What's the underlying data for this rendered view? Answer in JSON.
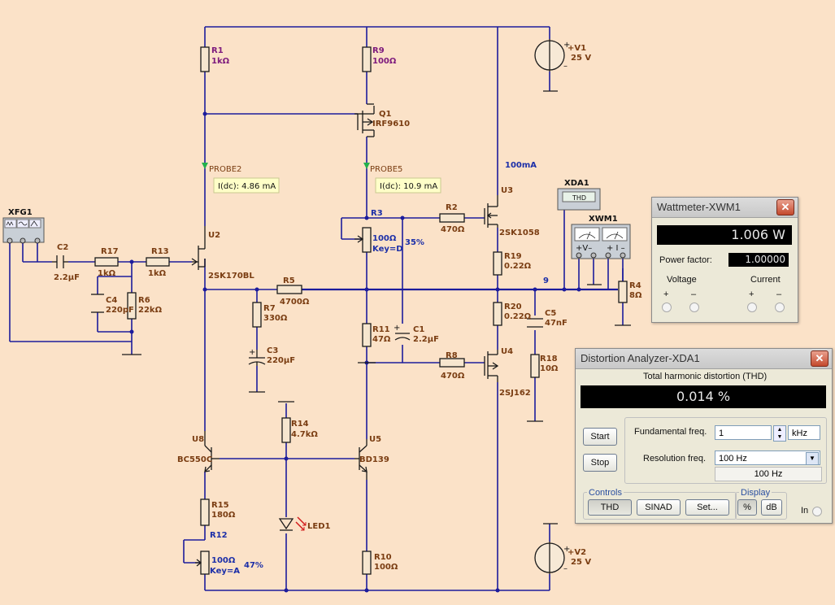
{
  "schematic": {
    "components": {
      "r1": {
        "ref": "R1",
        "value": "1kΩ"
      },
      "r9": {
        "ref": "R9",
        "value": "100Ω"
      },
      "q1": {
        "ref": "Q1",
        "value": "IRF9610"
      },
      "v1": {
        "ref": "+V1",
        "value": "25 V"
      },
      "v2": {
        "ref": "+V2",
        "value": "25 V"
      },
      "probe2": {
        "ref": "PROBE2",
        "reading": "I(dc): 4.86 mA"
      },
      "probe5": {
        "ref": "PROBE5",
        "reading": "I(dc): 10.9 mA"
      },
      "u3_current": "100mA",
      "xda1": {
        "ref": "XDA1",
        "face": "THD"
      },
      "xwm1": {
        "ref": "XWM1"
      },
      "xfg1": {
        "ref": "XFG1"
      },
      "u2": {
        "ref": "U2",
        "value": "2SK170BL"
      },
      "u3": {
        "ref": "U3",
        "value": "2SK1058"
      },
      "u4": {
        "ref": "U4",
        "value": "2SJ162"
      },
      "u5": {
        "ref": "U5",
        "value": "BD139"
      },
      "u8": {
        "ref": "U8",
        "value": "BC550C"
      },
      "r2": {
        "ref": "R2",
        "value": "470Ω"
      },
      "r3": {
        "ref": "R3",
        "value": "100Ω",
        "key": "Key=D",
        "setting": "35%"
      },
      "c2": {
        "ref": "C2",
        "value": "2.2µF"
      },
      "r17": {
        "ref": "R17",
        "value": "1kΩ"
      },
      "r13": {
        "ref": "R13",
        "value": "1kΩ"
      },
      "c4": {
        "ref": "C4",
        "value": "220pF"
      },
      "r6": {
        "ref": "R6",
        "value": "22kΩ"
      },
      "r5": {
        "ref": "R5",
        "value": "4700Ω"
      },
      "r7": {
        "ref": "R7",
        "value": "330Ω"
      },
      "c3": {
        "ref": "C3",
        "value": "220µF"
      },
      "r19": {
        "ref": "R19",
        "value": "0.22Ω"
      },
      "r20": {
        "ref": "R20",
        "value": "0.22Ω"
      },
      "c5": {
        "ref": "C5",
        "value": "47nF"
      },
      "r18": {
        "ref": "R18",
        "value": "10Ω"
      },
      "r4": {
        "ref": "R4",
        "value": "8Ω"
      },
      "r11": {
        "ref": "R11",
        "value": "47Ω"
      },
      "c1": {
        "ref": "C1",
        "value": "2.2µF"
      },
      "r8": {
        "ref": "R8",
        "value": "470Ω"
      },
      "r14": {
        "ref": "R14",
        "value": "4.7kΩ"
      },
      "r15": {
        "ref": "R15",
        "value": "180Ω"
      },
      "r12": {
        "ref": "R12",
        "value": "100Ω",
        "key": "Key=A",
        "setting": "47%"
      },
      "led1": {
        "ref": "LED1"
      },
      "r10": {
        "ref": "R10",
        "value": "100Ω"
      },
      "net9": "9"
    }
  },
  "wattmeter": {
    "title": "Wattmeter-XWM1",
    "reading": "1.006 W",
    "pf_label": "Power factor:",
    "pf_value": "1.00000",
    "voltage_label": "Voltage",
    "current_label": "Current",
    "plus": "+",
    "minus": "–"
  },
  "distortion": {
    "title": "Distortion Analyzer-XDA1",
    "thd_label": "Total harmonic distortion (THD)",
    "thd_value": "0.014 %",
    "start": "Start",
    "stop": "Stop",
    "fund_label": "Fundamental freq.",
    "fund_value": "1",
    "fund_unit": "kHz",
    "res_label": "Resolution freq.",
    "res_value": "100 Hz",
    "res_readout": "100 Hz",
    "controls_label": "Controls",
    "thd_btn": "THD",
    "sinad_btn": "SINAD",
    "set_btn": "Set...",
    "display_label": "Display",
    "pct_btn": "%",
    "db_btn": "dB",
    "in_label": "In"
  }
}
